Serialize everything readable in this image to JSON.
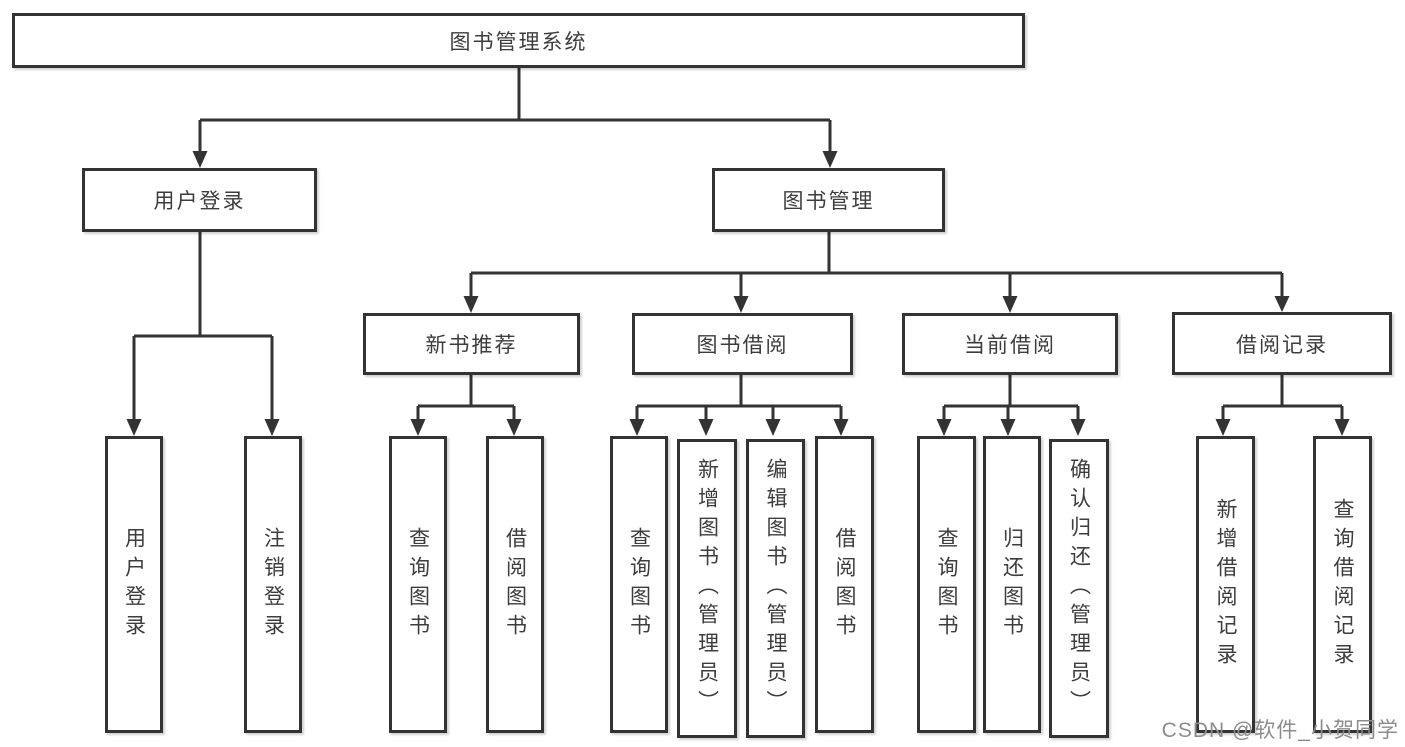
{
  "tree": {
    "root": {
      "label": "图书管理系统",
      "children": [
        {
          "label": "用户登录",
          "children": [
            {
              "label": "用户登录"
            },
            {
              "label": "注销登录"
            }
          ]
        },
        {
          "label": "图书管理",
          "children": [
            {
              "label": "新书推荐",
              "children": [
                {
                  "label": "查询图书"
                },
                {
                  "label": "借阅图书"
                }
              ]
            },
            {
              "label": "图书借阅",
              "children": [
                {
                  "label": "查询图书"
                },
                {
                  "label": "新增图书（管理员）"
                },
                {
                  "label": "编辑图书（管理员）"
                },
                {
                  "label": "借阅图书"
                }
              ]
            },
            {
              "label": "当前借阅",
              "children": [
                {
                  "label": "查询图书"
                },
                {
                  "label": "归还图书"
                },
                {
                  "label": "确认归还（管理员）"
                }
              ]
            },
            {
              "label": "借阅记录",
              "children": [
                {
                  "label": "新增借阅记录"
                },
                {
                  "label": "查询借阅记录"
                }
              ]
            }
          ]
        }
      ]
    }
  },
  "watermark": {
    "text": "CSDN @软件_小贺同学"
  },
  "colors": {
    "line": "#333333",
    "box_border": "#333333",
    "text": "#3d3d3d",
    "background": "#ffffff",
    "watermark": "#8c8c8c"
  }
}
